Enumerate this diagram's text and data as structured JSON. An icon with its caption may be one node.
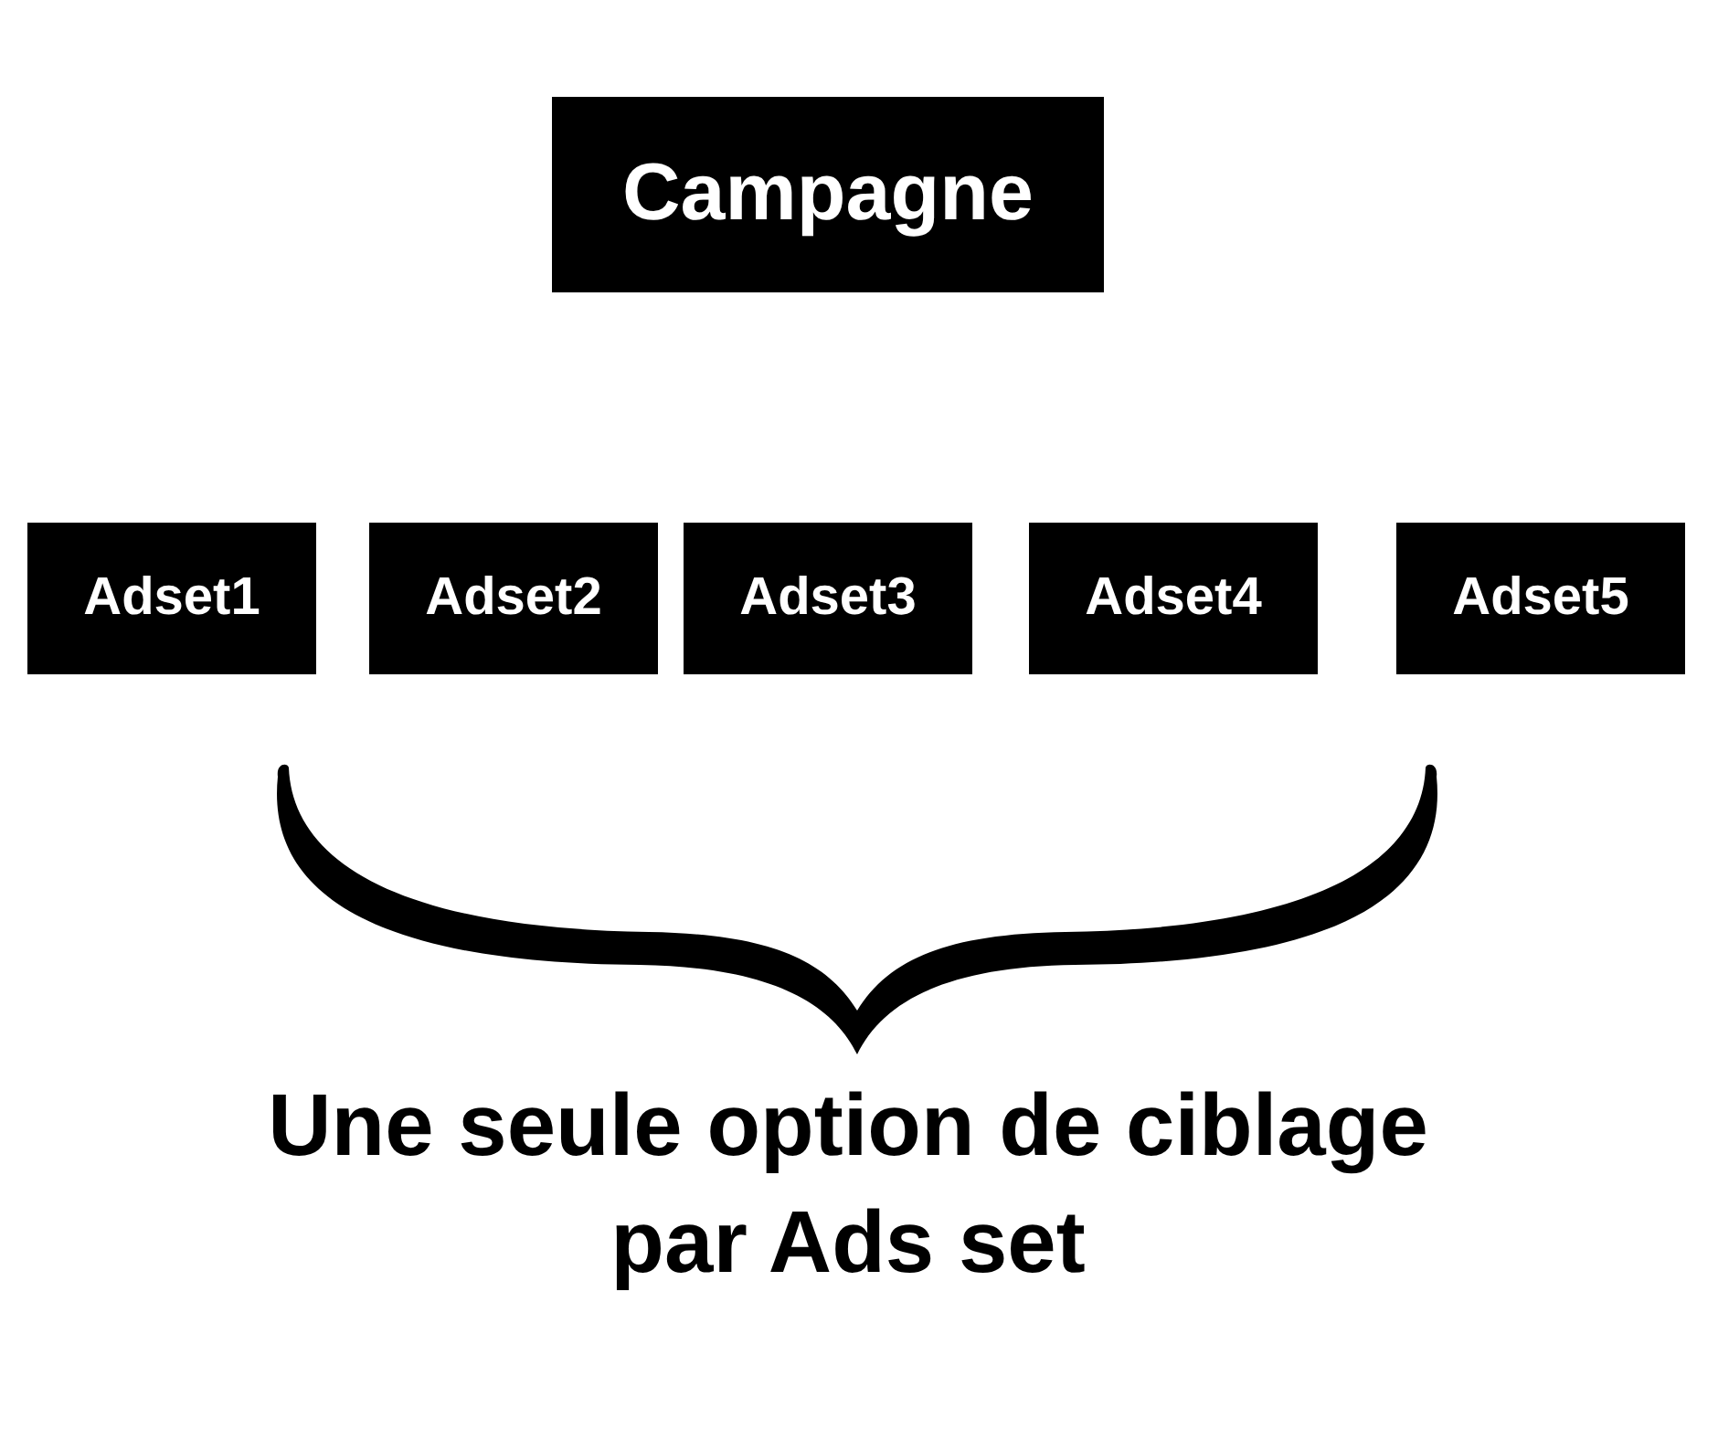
{
  "diagram": {
    "nodes": [
      {
        "text": [
          "Campagne"
        ]
      },
      {
        "text": [
          "Adset1"
        ]
      },
      {
        "text": [
          "Adset2"
        ]
      },
      {
        "text": [
          "Adset3"
        ]
      },
      {
        "text": [
          "Adset4"
        ]
      },
      {
        "text": [
          "Adset5"
        ]
      },
      {
        "text": [],
        "shape": "brace"
      }
    ],
    "labels": [
      "Une seule option de ciblage par Ads set"
    ]
  }
}
